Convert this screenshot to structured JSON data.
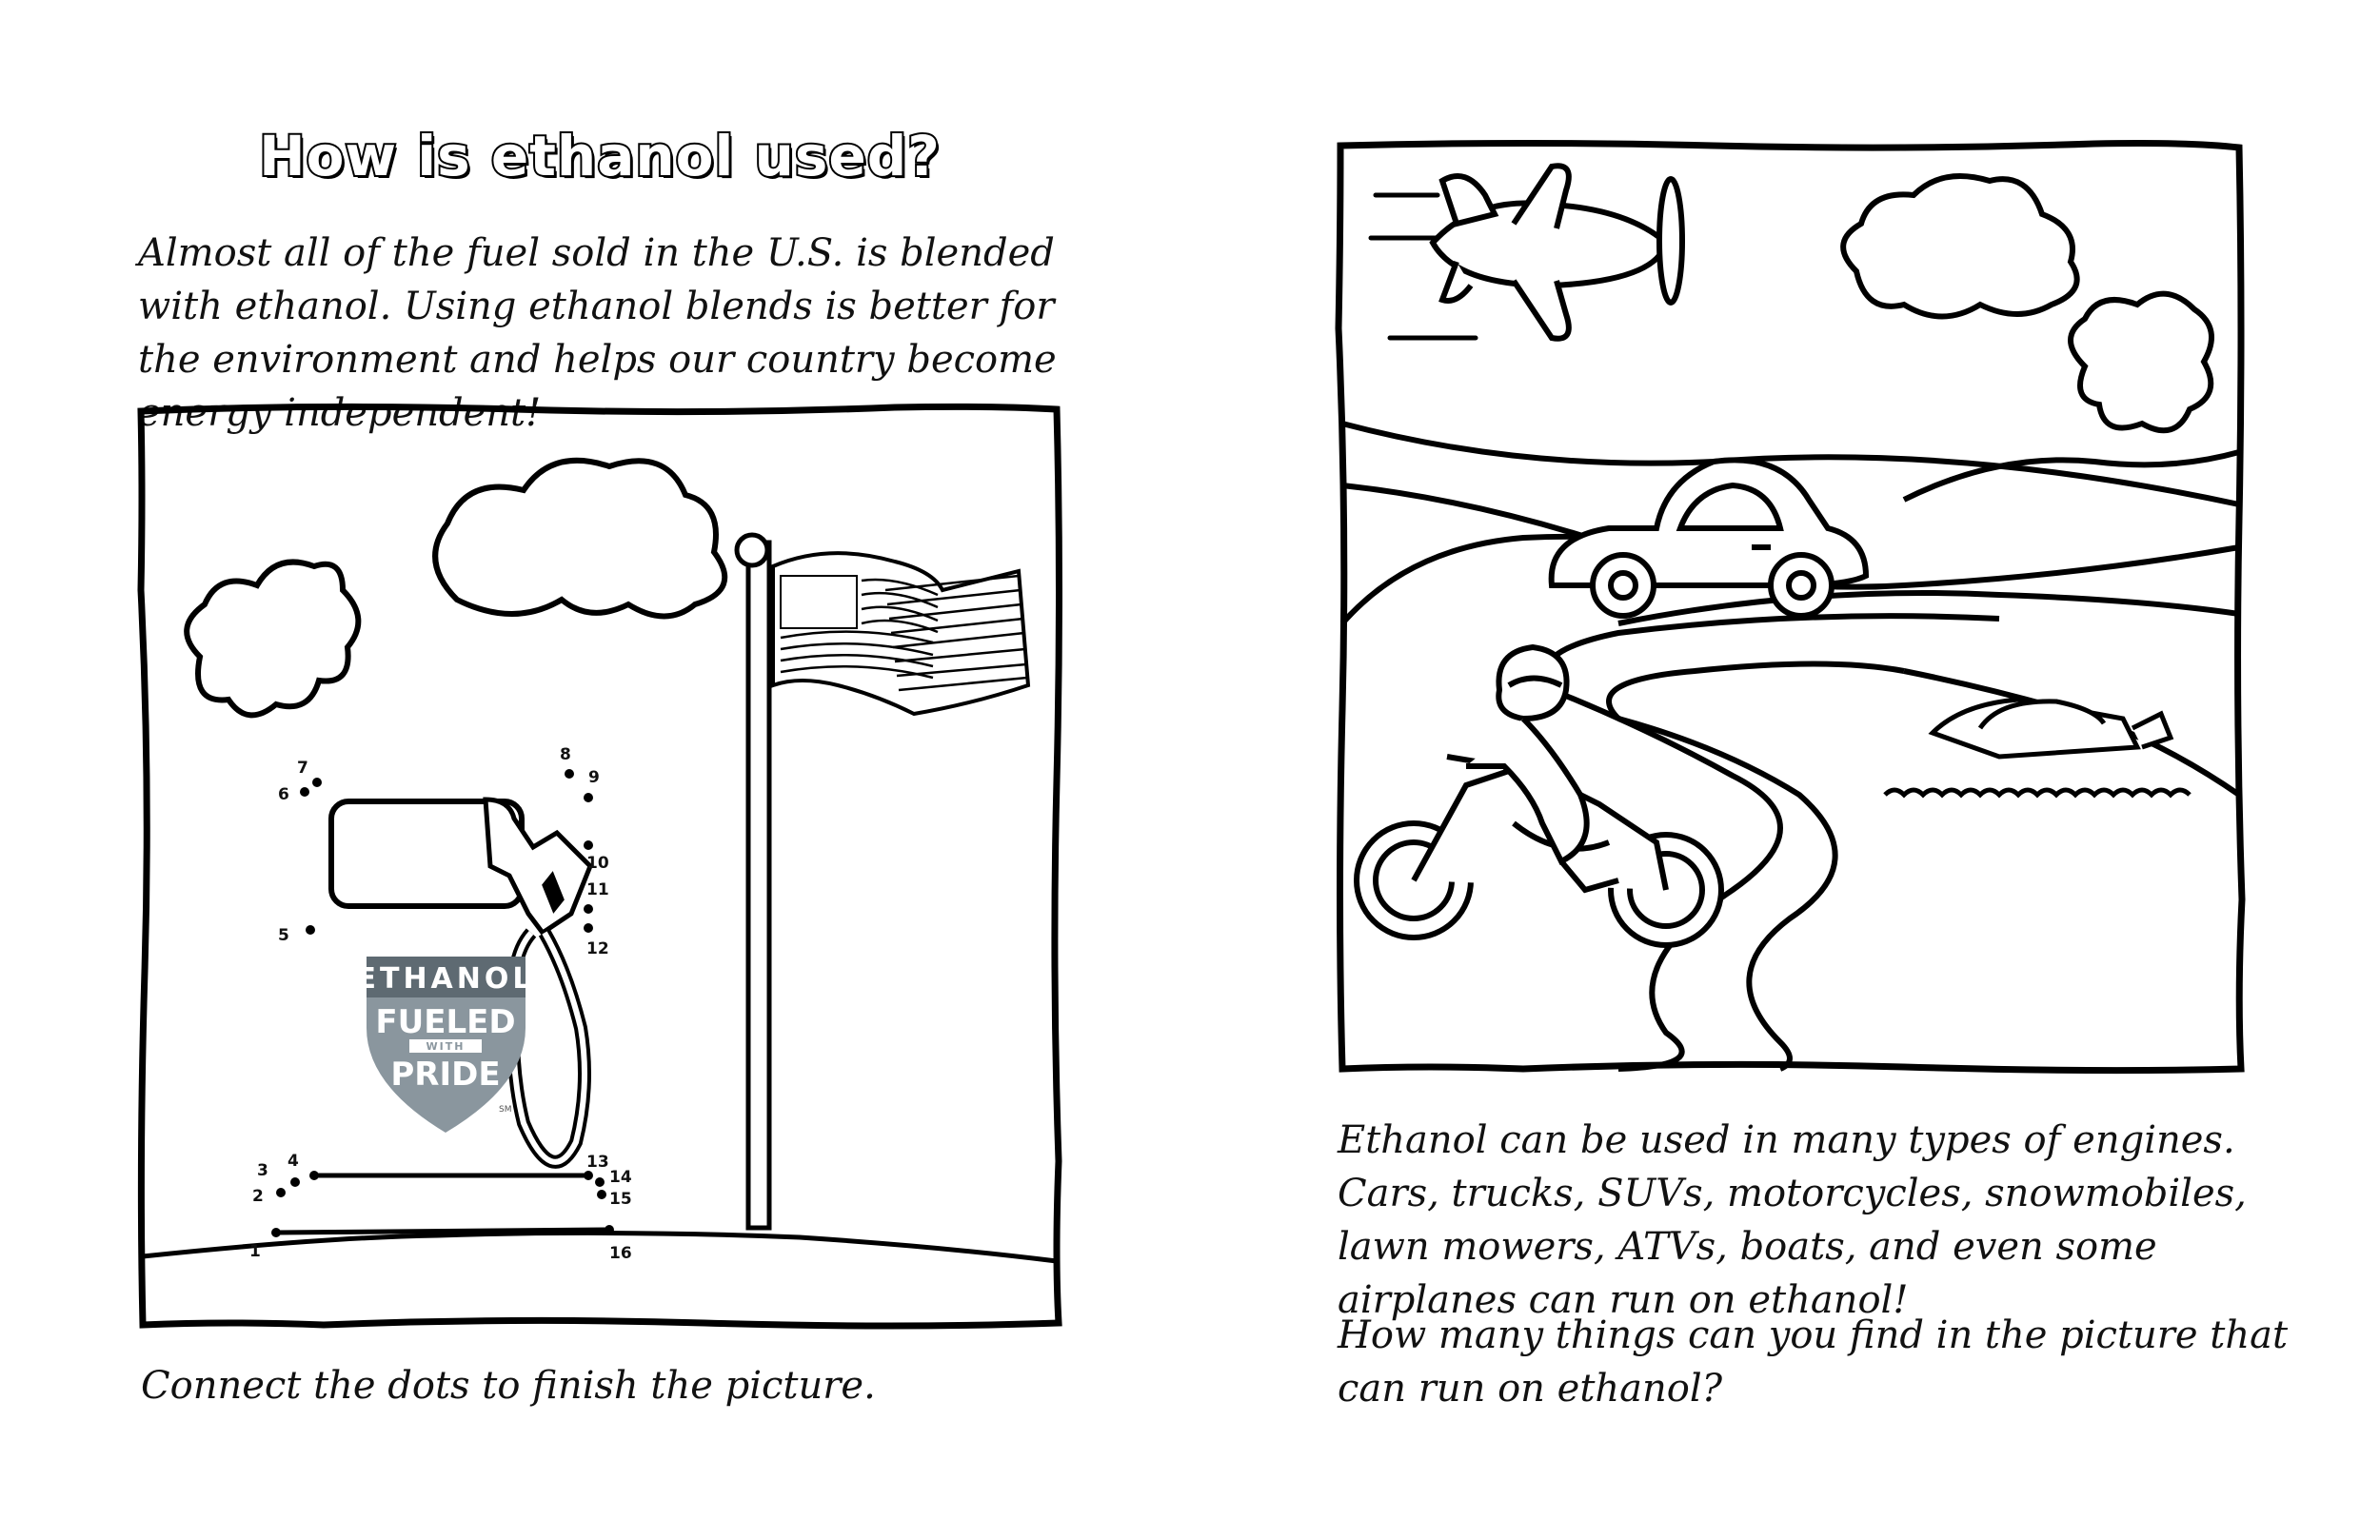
{
  "left_page": {
    "title": "How is ethanol used?",
    "intro": "Almost all of the fuel sold in the U.S. is blended with ethanol. Using ethanol blends is better for the environment and helps our country become energy independent!",
    "caption": "Connect the dots to finish the picture.",
    "dot_numbers": [
      "1",
      "2",
      "3",
      "4",
      "5",
      "6",
      "7",
      "8",
      "9",
      "10",
      "11",
      "12",
      "13",
      "14",
      "15",
      "16"
    ],
    "badge": {
      "top": "ETHANOL",
      "line1": "FUELED",
      "line2": "WITH",
      "line3": "PRIDE",
      "mark": "SM",
      "colors": {
        "dark": "#5e6a72",
        "light": "#8a969e"
      }
    }
  },
  "right_page": {
    "paragraph1": "Ethanol can be used in many types of engines. Cars, trucks, SUVs, motorcycles, snowmobiles, lawn mowers, ATVs, boats, and even some airplanes can run on ethanol!",
    "paragraph2": "How many things can you find in the picture that can run on ethanol?"
  }
}
